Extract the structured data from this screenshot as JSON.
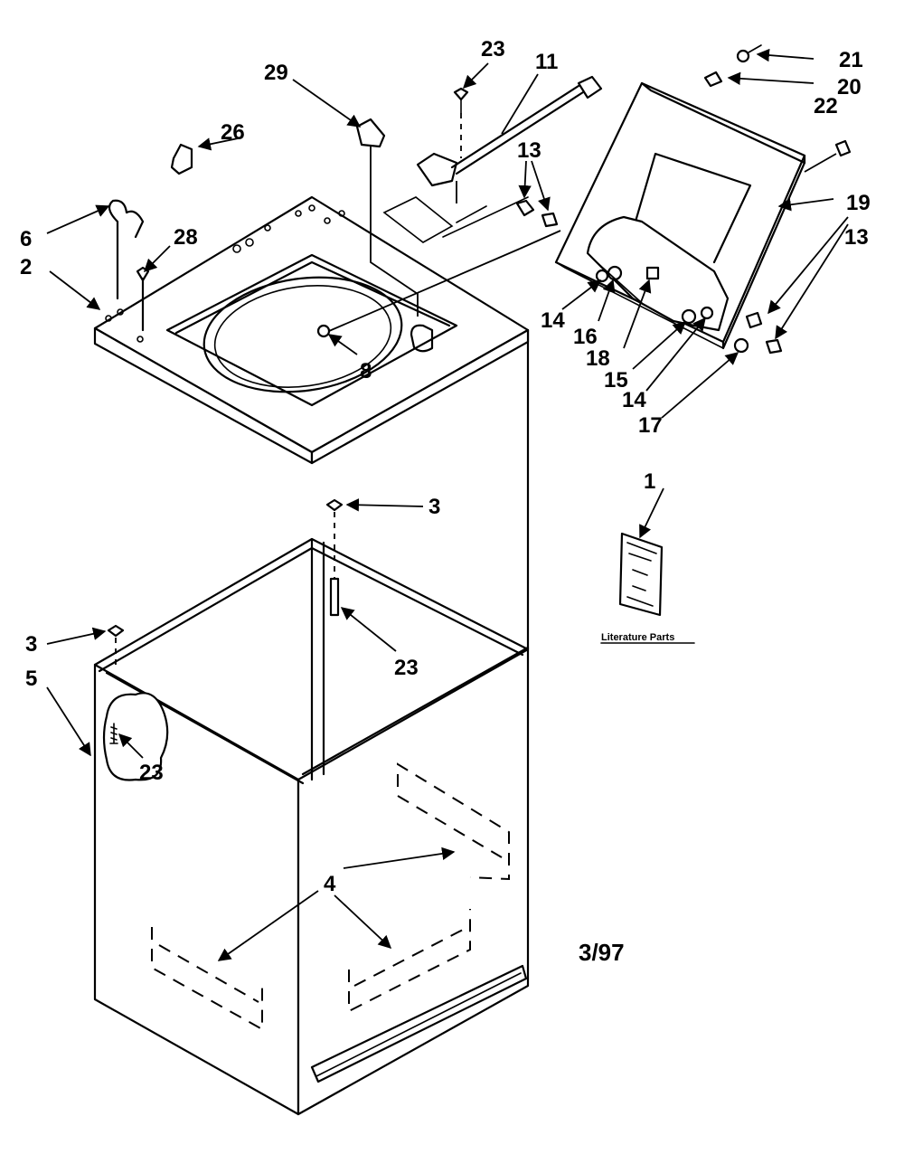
{
  "callouts": {
    "c1": "1",
    "c2": "2",
    "c3a": "3",
    "c3b": "3",
    "c4": "4",
    "c5": "5",
    "c6": "6",
    "c8": "8",
    "c11": "11",
    "c13a": "13",
    "c13b": "13",
    "c14a": "14",
    "c14b": "14",
    "c15": "15",
    "c16": "16",
    "c17": "17",
    "c18": "18",
    "c19": "19",
    "c20": "20",
    "c21": "21",
    "c22": "22",
    "c23a": "23",
    "c23b": "23",
    "c23c": "23",
    "c26": "26",
    "c28": "28",
    "c29": "29"
  },
  "literature_label": "Literature Parts",
  "date_code": "3/97"
}
